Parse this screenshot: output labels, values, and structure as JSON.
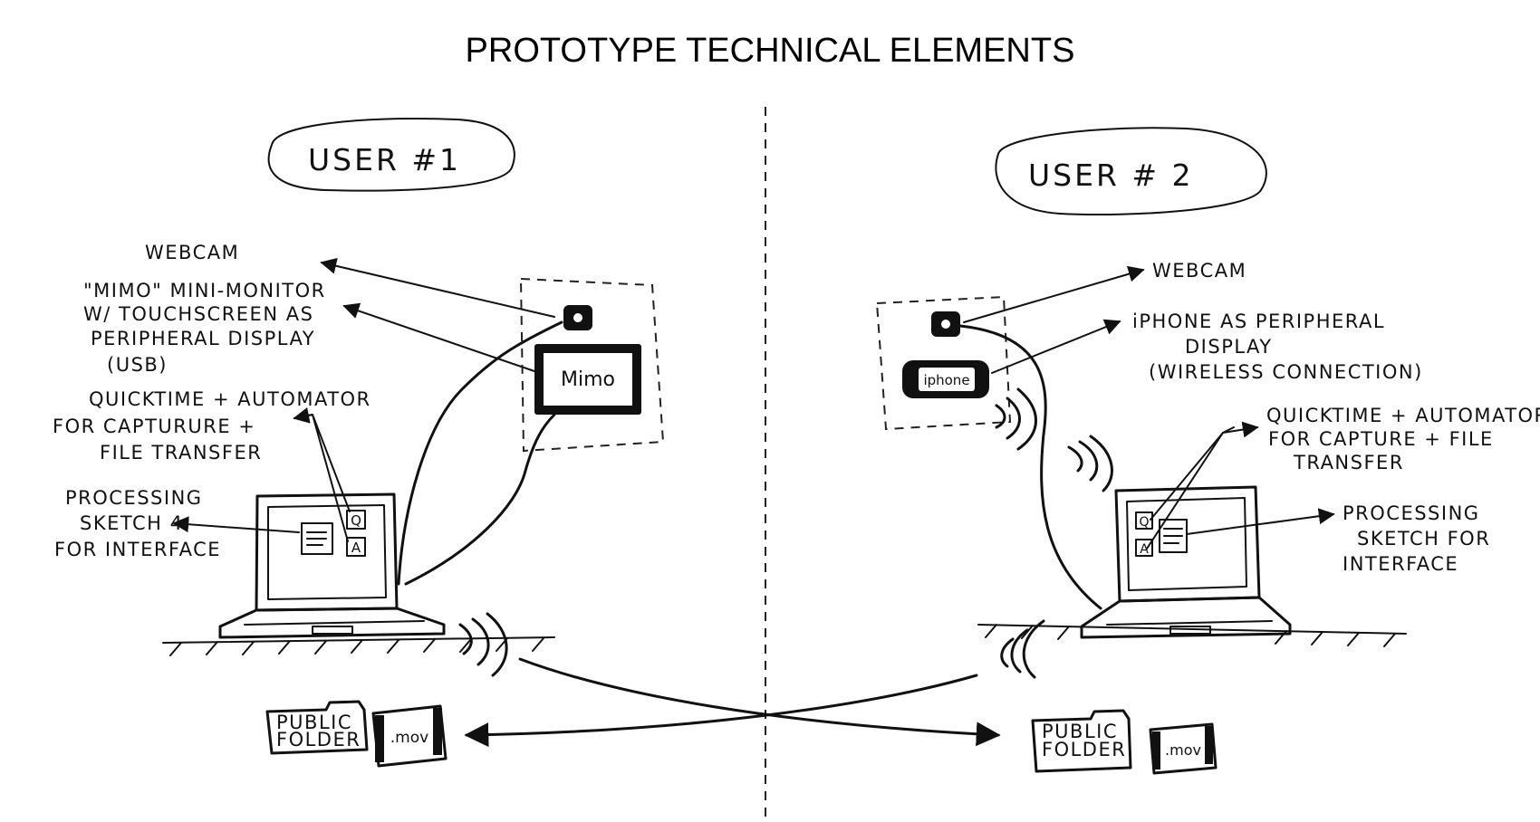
{
  "title": "PROTOTYPE TECHNICAL ELEMENTS",
  "user1": {
    "label": "USER #1",
    "webcam": "WEBCAM",
    "mimo_lines": [
      "\"MIMO\" MINI-MONITOR",
      "W/ TOUCHSCREEN AS",
      "PERIPHERAL DISPLAY",
      "(USB)"
    ],
    "mimo_screen": "Mimo",
    "quicktime_lines": [
      "QUICKTIME + AUTOMATOR",
      "FOR CAPTURURE +",
      "FILE TRANSFER"
    ],
    "processing_lines": [
      "PROCESSING",
      "SKETCH 4",
      "FOR INTERFACE"
    ],
    "icon_q": "Q",
    "icon_a": "A",
    "folder_lines": [
      "PUBLIC",
      "FOLDER"
    ],
    "mov": ".mov"
  },
  "user2": {
    "label": "USER # 2",
    "webcam": "WEBCAM",
    "iphone_lines": [
      "iPHONE AS PERIPHERAL",
      "DISPLAY",
      "(WIRELESS CONNECTION)"
    ],
    "iphone_screen": "iphone",
    "quicktime_lines": [
      "QUICKTIME + AUTOMATOR",
      "FOR CAPTURE + FILE",
      "TRANSFER"
    ],
    "processing_lines": [
      "PROCESSING",
      "SKETCH FOR",
      "INTERFACE"
    ],
    "icon_q": "Q",
    "icon_a": "A",
    "folder_lines": [
      "PUBLIC",
      "FOLDER"
    ],
    "mov": ".mov"
  },
  "colors": {
    "ink": "#111111",
    "background": "#ffffff"
  }
}
